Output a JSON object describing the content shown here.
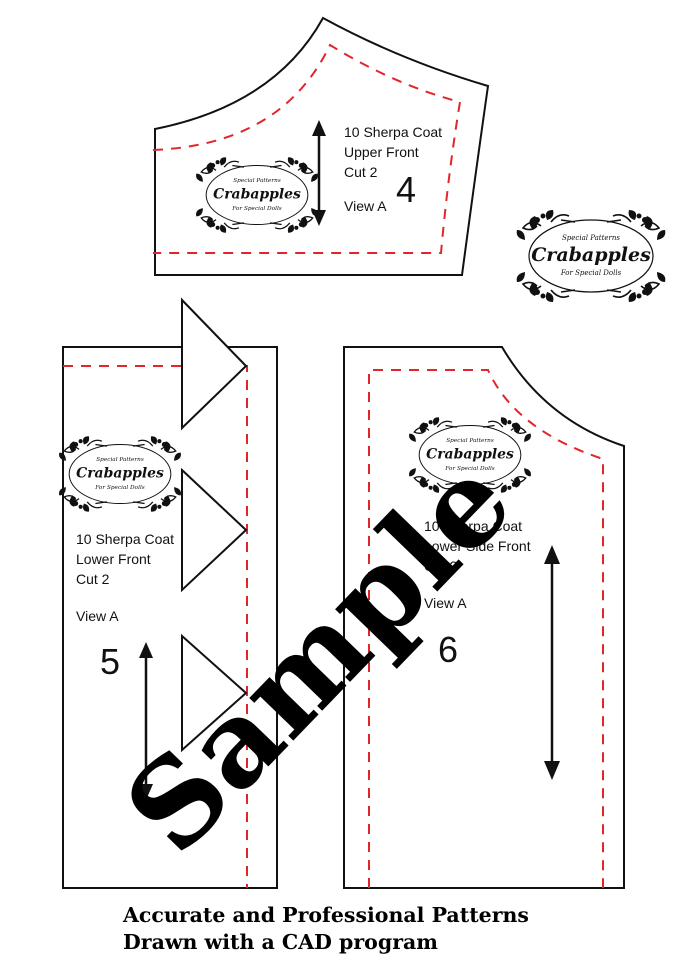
{
  "brand": {
    "top_line": "Special Patterns",
    "name": "Crabapples",
    "bottom_line": "For Special Dolls"
  },
  "pieces": [
    {
      "number": "4",
      "title": "10 Sherpa Coat",
      "part": "Upper Front",
      "cut": "Cut 2",
      "view": "View A"
    },
    {
      "number": "5",
      "title": "10 Sherpa Coat",
      "part": "Lower Front",
      "cut": "Cut 2",
      "view": "View A"
    },
    {
      "number": "6",
      "title": "10 Sherpa Coat",
      "part": "Lower Side Front",
      "cut": "Cut 2",
      "view": "View A"
    }
  ],
  "watermark": "Sample",
  "footer": {
    "line1": "Accurate and Professional Patterns",
    "line2": "Drawn with a CAD program"
  },
  "colors": {
    "outline": "#111111",
    "seam_line": "#e0262b",
    "background": "#ffffff"
  },
  "icons": [
    "grainline-arrow-icon",
    "notch-triangle-icon",
    "crabapples-logo-icon"
  ]
}
